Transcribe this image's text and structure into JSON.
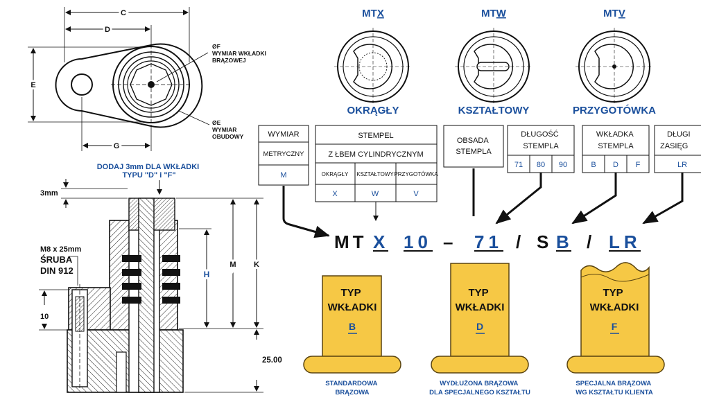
{
  "top_view": {
    "dim_c": "C",
    "dim_d": "D",
    "dim_e": "E",
    "dim_g": "G",
    "note_f": [
      "ØF",
      "WYMIAR WKŁADKI",
      "BRĄZOWEJ"
    ],
    "note_e": [
      "ØE",
      "WYMIAR",
      "OBUDOWY"
    ]
  },
  "section_view": {
    "note_add": [
      "DODAJ 3mm DLA WKŁADKI",
      "TYPU \"D\" i \"F\""
    ],
    "dim_3mm": "3mm",
    "screw": [
      "M8 x 25mm",
      "ŚRUBA",
      "DIN 912"
    ],
    "dim_h": "H",
    "dim_m": "M",
    "dim_k": "K",
    "dim_10": "10",
    "dim_25": "25.00"
  },
  "punch_heads": [
    {
      "code_prefix": "MT",
      "code_letter": "X",
      "label": "OKRĄGŁY"
    },
    {
      "code_prefix": "MT",
      "code_letter": "W",
      "label": "KSZTAŁTOWY"
    },
    {
      "code_prefix": "MT",
      "code_letter": "V",
      "label": "PRZYGOTÓWKA"
    }
  ],
  "table": {
    "wymiar": {
      "header": "WYMIAR",
      "sub": "METRYCZNY",
      "value": "M"
    },
    "stempel": {
      "header": "STEMPEL",
      "sub": "Z ŁBEM CYLINDRYCZNYM",
      "cols": [
        "OKRĄGŁY",
        "KSZTAŁTOWY",
        "PRZYGOTÓWKA"
      ],
      "values": [
        "X",
        "W",
        "V"
      ]
    },
    "obsada": {
      "header": [
        "OBSADA",
        "STEMPLA"
      ]
    },
    "dlugosc": {
      "header": [
        "DŁUGOŚĆ",
        "STEMPLA"
      ],
      "values": [
        "71",
        "80",
        "90"
      ]
    },
    "wkladka": {
      "header": [
        "WKŁADKA",
        "STEMPLA"
      ],
      "values": [
        "B",
        "D",
        "F"
      ]
    },
    "dlugi": {
      "header": [
        "DŁUGI",
        "ZASIĘG"
      ],
      "value": "LR"
    }
  },
  "order_code": {
    "p1": "MT",
    "p2": "X",
    "p3": "10",
    "p4": "–",
    "p5": "71",
    "p6": "/",
    "p7": "S",
    "p8": "B",
    "p9": "/",
    "p10": "LR"
  },
  "inserts": [
    {
      "title": [
        "TYP",
        "WKŁADKI"
      ],
      "letter": "B",
      "caption": [
        "STANDARDOWA",
        "BRĄZOWA"
      ]
    },
    {
      "title": [
        "TYP",
        "WKŁADKI"
      ],
      "letter": "D",
      "caption": [
        "WYDŁUŻONA BRĄZOWA",
        "DLA SPECJALNEGO KSZTAŁTU"
      ]
    },
    {
      "title": [
        "TYP",
        "WKŁADKI"
      ],
      "letter": "F",
      "caption": [
        "SPECJALNA BRĄZOWA",
        "WG KSZTAŁTU KLIENTA"
      ]
    }
  ],
  "colors": {
    "accent": "#1a4f9c",
    "insert": "#f6c845",
    "insert_stroke": "#5a4410",
    "ink": "#111111"
  }
}
